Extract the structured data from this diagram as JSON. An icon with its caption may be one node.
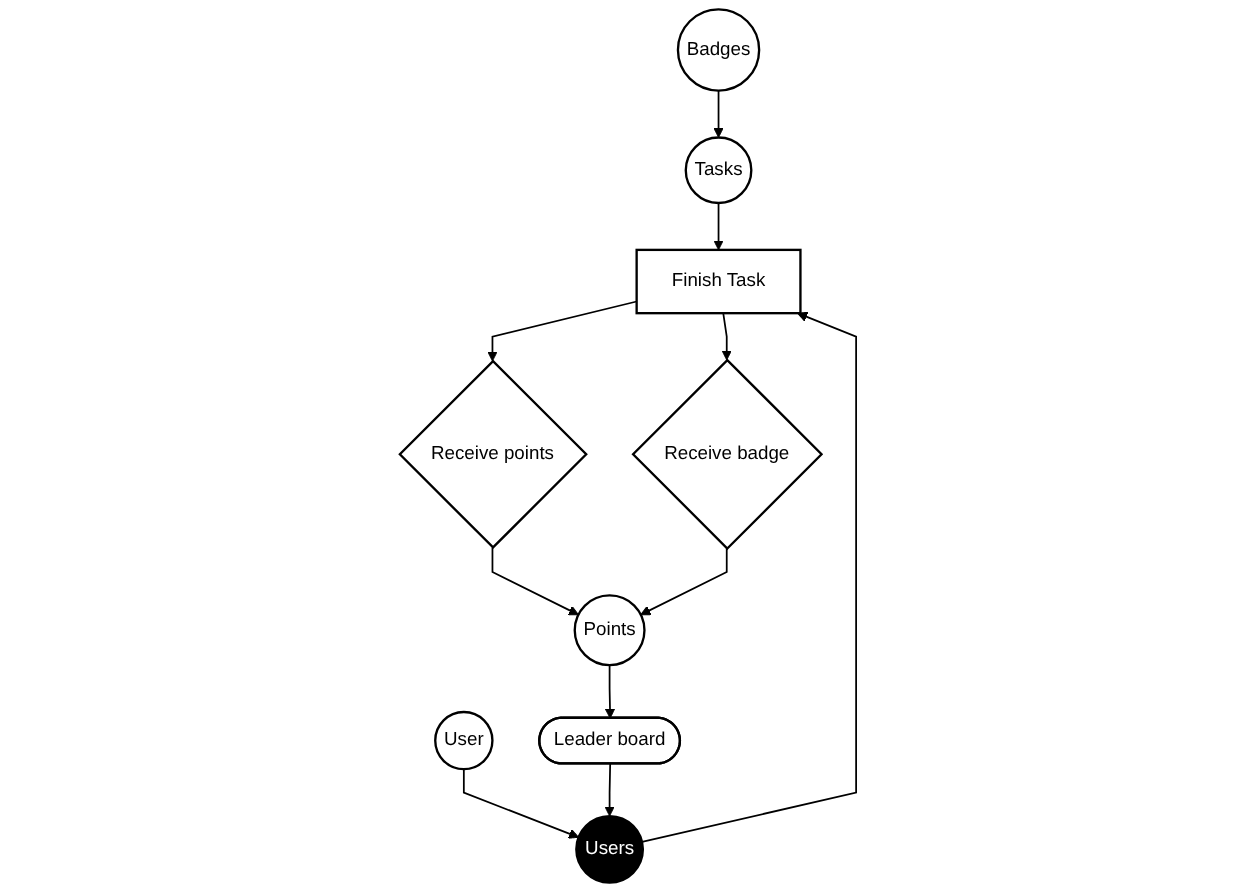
{
  "diagram": {
    "nodes": [
      {
        "text": [
          "Badges"
        ]
      },
      {
        "text": [
          "User"
        ]
      },
      {
        "text": [
          "Users"
        ]
      },
      {
        "text": [
          "Tasks"
        ]
      },
      {
        "text": [
          "Finish Task"
        ]
      },
      {
        "text": [
          "Receive points"
        ]
      },
      {
        "text": [
          "Receive badge"
        ]
      },
      {
        "text": [
          "Leader board"
        ]
      },
      {
        "text": [
          "Points"
        ]
      }
    ],
    "edges": [
      {
        "from": 0,
        "to": 3,
        "arrow": "to"
      },
      {
        "from": 1,
        "to": 2,
        "arrow": "to"
      },
      {
        "from": 2,
        "to": 4,
        "arrow": "to"
      },
      {
        "from": 3,
        "to": 4,
        "arrow": "to"
      },
      {
        "from": 4,
        "to": 5,
        "arrow": "to"
      },
      {
        "from": 4,
        "to": 6,
        "arrow": "to"
      },
      {
        "from": 5,
        "to": 8,
        "arrow": "to"
      },
      {
        "from": 6,
        "to": 8,
        "arrow": "to"
      },
      {
        "from": 8,
        "to": 7,
        "arrow": "to"
      },
      {
        "from": 7,
        "to": 2,
        "arrow": "to"
      }
    ]
  }
}
